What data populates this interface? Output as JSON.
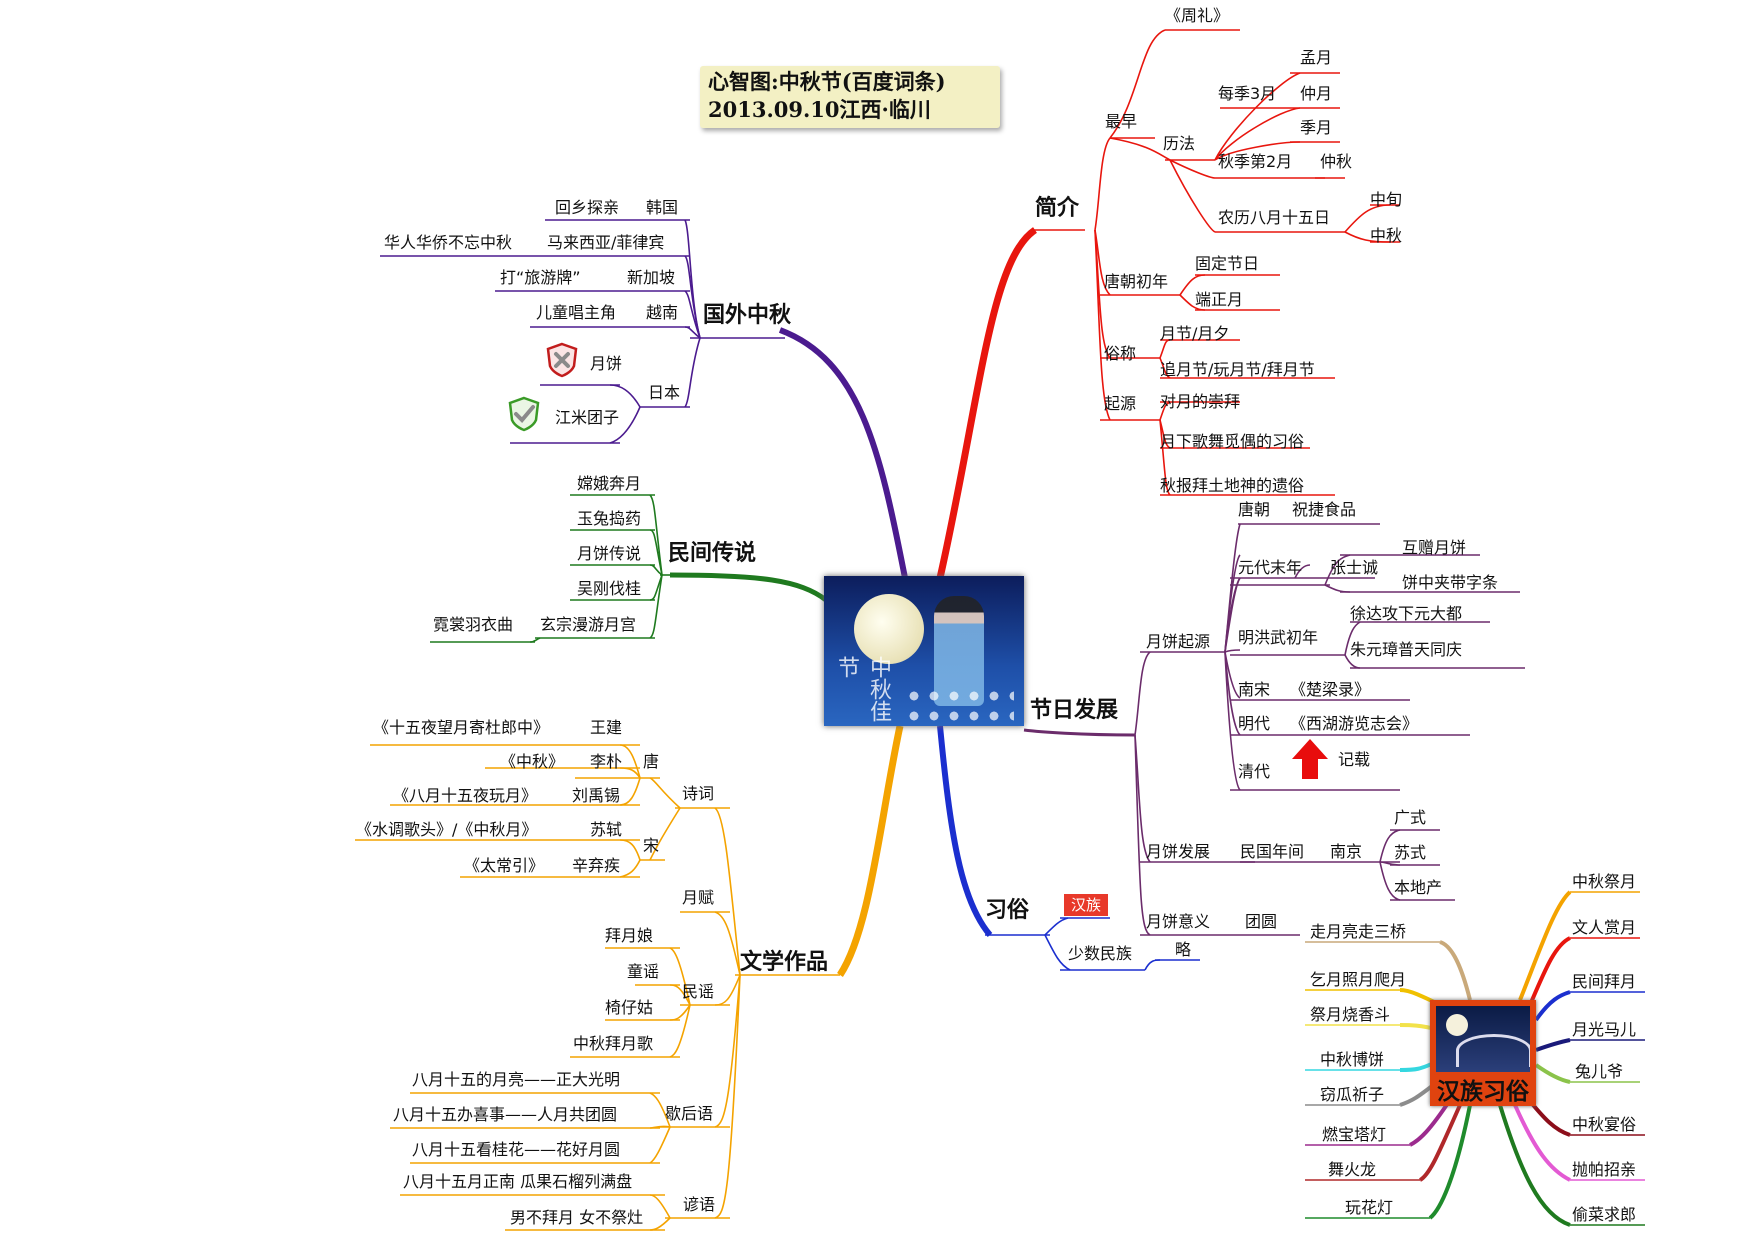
{
  "title": {
    "line1": "心智图:中秋节(百度词条)",
    "line2": "2013.09.10江西·临川"
  },
  "center": {
    "calligraphy": "中秋佳节"
  },
  "colors": {
    "jianjie": "#e8160e",
    "guowai": "#4b1b8f",
    "minjian": "#1f7a1f",
    "wenxue": "#f4a300",
    "xisu": "#1b2fcf",
    "jieri": "#6b2c6b",
    "hanzu_tag_bg": "#e8392a",
    "hanzu_box": "#e0430f"
  },
  "jianjie": {
    "label": "简介",
    "zuizao": "最早",
    "zhouli": "《周礼》",
    "lifa": "历法",
    "meiji": "每季3月",
    "mengyue": "孟月",
    "zhongyue": "仲月",
    "jiyue": "季月",
    "qiuji": "秋季第2月",
    "zhongqiu1": "仲秋",
    "nongli": "农历八月十五日",
    "zhongxun": "中旬",
    "zhongqiu2": "中秋",
    "tangchao": "唐朝初年",
    "guding": "固定节日",
    "duanzheng": "端正月",
    "suchen": "俗称",
    "yuejie": "月节/月夕",
    "zhuiyue": "追月节/玩月节/拜月节",
    "qiyuan": "起源",
    "chongbai": "对月的崇拜",
    "gewu": "月下歌舞觅偶的习俗",
    "qiubao": "秋报拜土地神的遗俗"
  },
  "guowai": {
    "label": "国外中秋",
    "hanguo": "韩国",
    "hanguo_leaf": "回乡探亲",
    "malai": "马来西亚/菲律宾",
    "malai_leaf": "华人华侨不忘中秋",
    "xinjiapo": "新加坡",
    "xinjiapo_leaf": "打“旅游牌”",
    "yuenan": "越南",
    "yuenan_leaf": "儿童唱主角",
    "riben": "日本",
    "yuebing": "月饼",
    "jiangmi": "江米团子"
  },
  "minjian": {
    "label": "民间传说",
    "change": "嫦娥奔月",
    "yutu": "玉兔捣药",
    "yuebing": "月饼传说",
    "wugang": "吴刚伐桂",
    "xuanzong": "玄宗漫游月宫",
    "nichang": "霓裳羽衣曲"
  },
  "wenxue": {
    "label": "文学作品",
    "shici": "诗词",
    "tang": "唐",
    "wangjian": "王建",
    "wangjian_work": "《十五夜望月寄杜郎中》",
    "lipu": "李朴",
    "lipu_work": "《中秋》",
    "liuyuxi": "刘禹锡",
    "liuyuxi_work": "《八月十五夜玩月》",
    "song": "宋",
    "sushi": "苏轼",
    "sushi_work": "《水调歌头》/《中秋月》",
    "xinqiji": "辛弃疾",
    "xinqiji_work": "《太常引》",
    "yuefu": "月赋",
    "minyao": "民谣",
    "baiyueniang": "拜月娘",
    "tongyao": "童谣",
    "yizaigu": "椅仔姑",
    "zhongqiubai": "中秋拜月歌",
    "xiehouyu": "歇后语",
    "x1": "八月十五的月亮——正大光明",
    "x2": "八月十五办喜事——人月共团圆",
    "x3": "八月十五看桂花——花好月圆",
    "yanyu": "谚语",
    "y1": "八月十五月正南  瓜果石榴列满盘",
    "y2": "男不拜月  女不祭灶"
  },
  "jieri": {
    "label": "节日发展",
    "qiyuan": "月饼起源",
    "tangchao": "唐朝",
    "zhujie": "祝捷食品",
    "yuandai": "元代末年",
    "zhangshicheng": "张士诚",
    "huzeng": "互赠月饼",
    "bingzhong": "饼中夹带字条",
    "mingchu": "明洪武初年",
    "xuda": "徐达攻下元大都",
    "zhuyuanzhang": "朱元璋普天同庆",
    "nansong": "南宋",
    "chuliang": "《楚梁录》",
    "mingdai": "明代",
    "xihu": "《西湖游览志会》",
    "qingdai": "清代",
    "jizai": "记载",
    "fazhan": "月饼发展",
    "minguo": "民国年间",
    "nanjing": "南京",
    "guangshi": "广式",
    "sushi": "苏式",
    "bendi": "本地产",
    "yiyi": "月饼意义",
    "tuanyuan": "团圆"
  },
  "xisu": {
    "label": "习俗",
    "hanzu": "汉族",
    "shaoshu": "少数民族",
    "lue": "略"
  },
  "hanzu": {
    "label": "汉族习俗",
    "left": [
      "走月亮走三桥",
      "乞月照月爬月",
      "祭月烧香斗",
      "中秋博饼",
      "窃瓜祈子",
      "燃宝塔灯",
      "舞火龙",
      "玩花灯"
    ],
    "right": [
      "中秋祭月",
      "文人赏月",
      "民间拜月",
      "月光马儿",
      "兔儿爷",
      "中秋宴俗",
      "抛帕招亲",
      "偷菜求郎"
    ]
  }
}
